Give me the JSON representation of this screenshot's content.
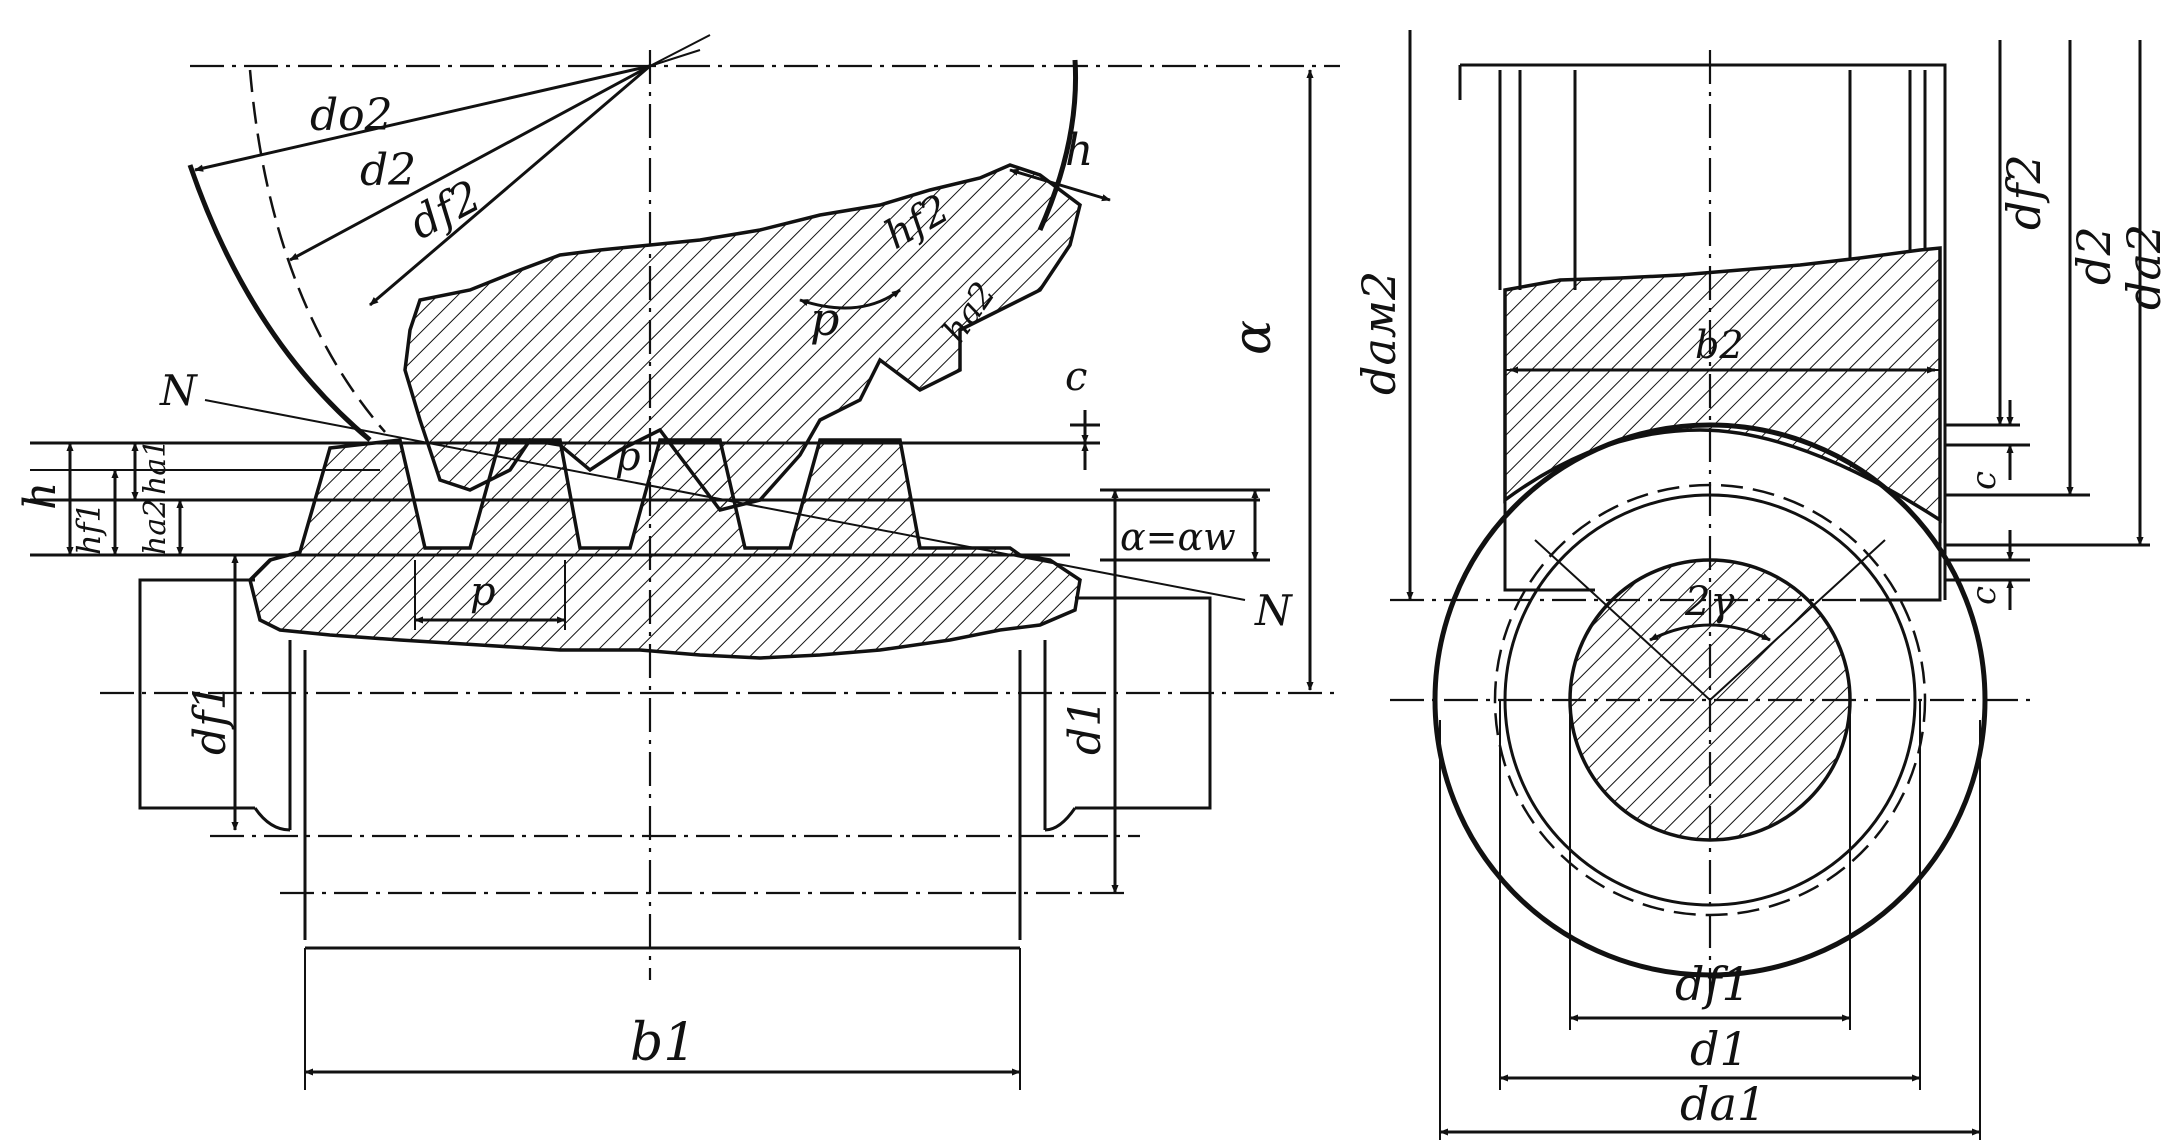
{
  "labels": {
    "d_o2": "do2",
    "d_2_left": "d2",
    "d_f2_left": "df2",
    "h_top": "h",
    "h_f2": "hf2",
    "h_a2_top": "ha2",
    "p_worm_top": "p",
    "p_center": "p",
    "p_bottom": "p",
    "c_left": "c",
    "n_left": "N",
    "n_right": "N",
    "h_left": "h",
    "h_f1": "hf1",
    "h_a1": "ha1",
    "h_a2_left": "ha2",
    "alpha_center": "α",
    "alpha_eq": "α=αw",
    "d_f1_left": "df1",
    "d_1_left": "d1",
    "b_1": "b1",
    "d_am2": "dам2",
    "b_2": "b2",
    "d_f2_right": "df2",
    "d_2_right": "d2",
    "d_a2": "da2",
    "c_right_top": "c",
    "c_right_bottom": "c",
    "two_gamma": "2γ",
    "d_f1_right": "df1",
    "d_1_right": "d1",
    "d_a1": "da1"
  }
}
